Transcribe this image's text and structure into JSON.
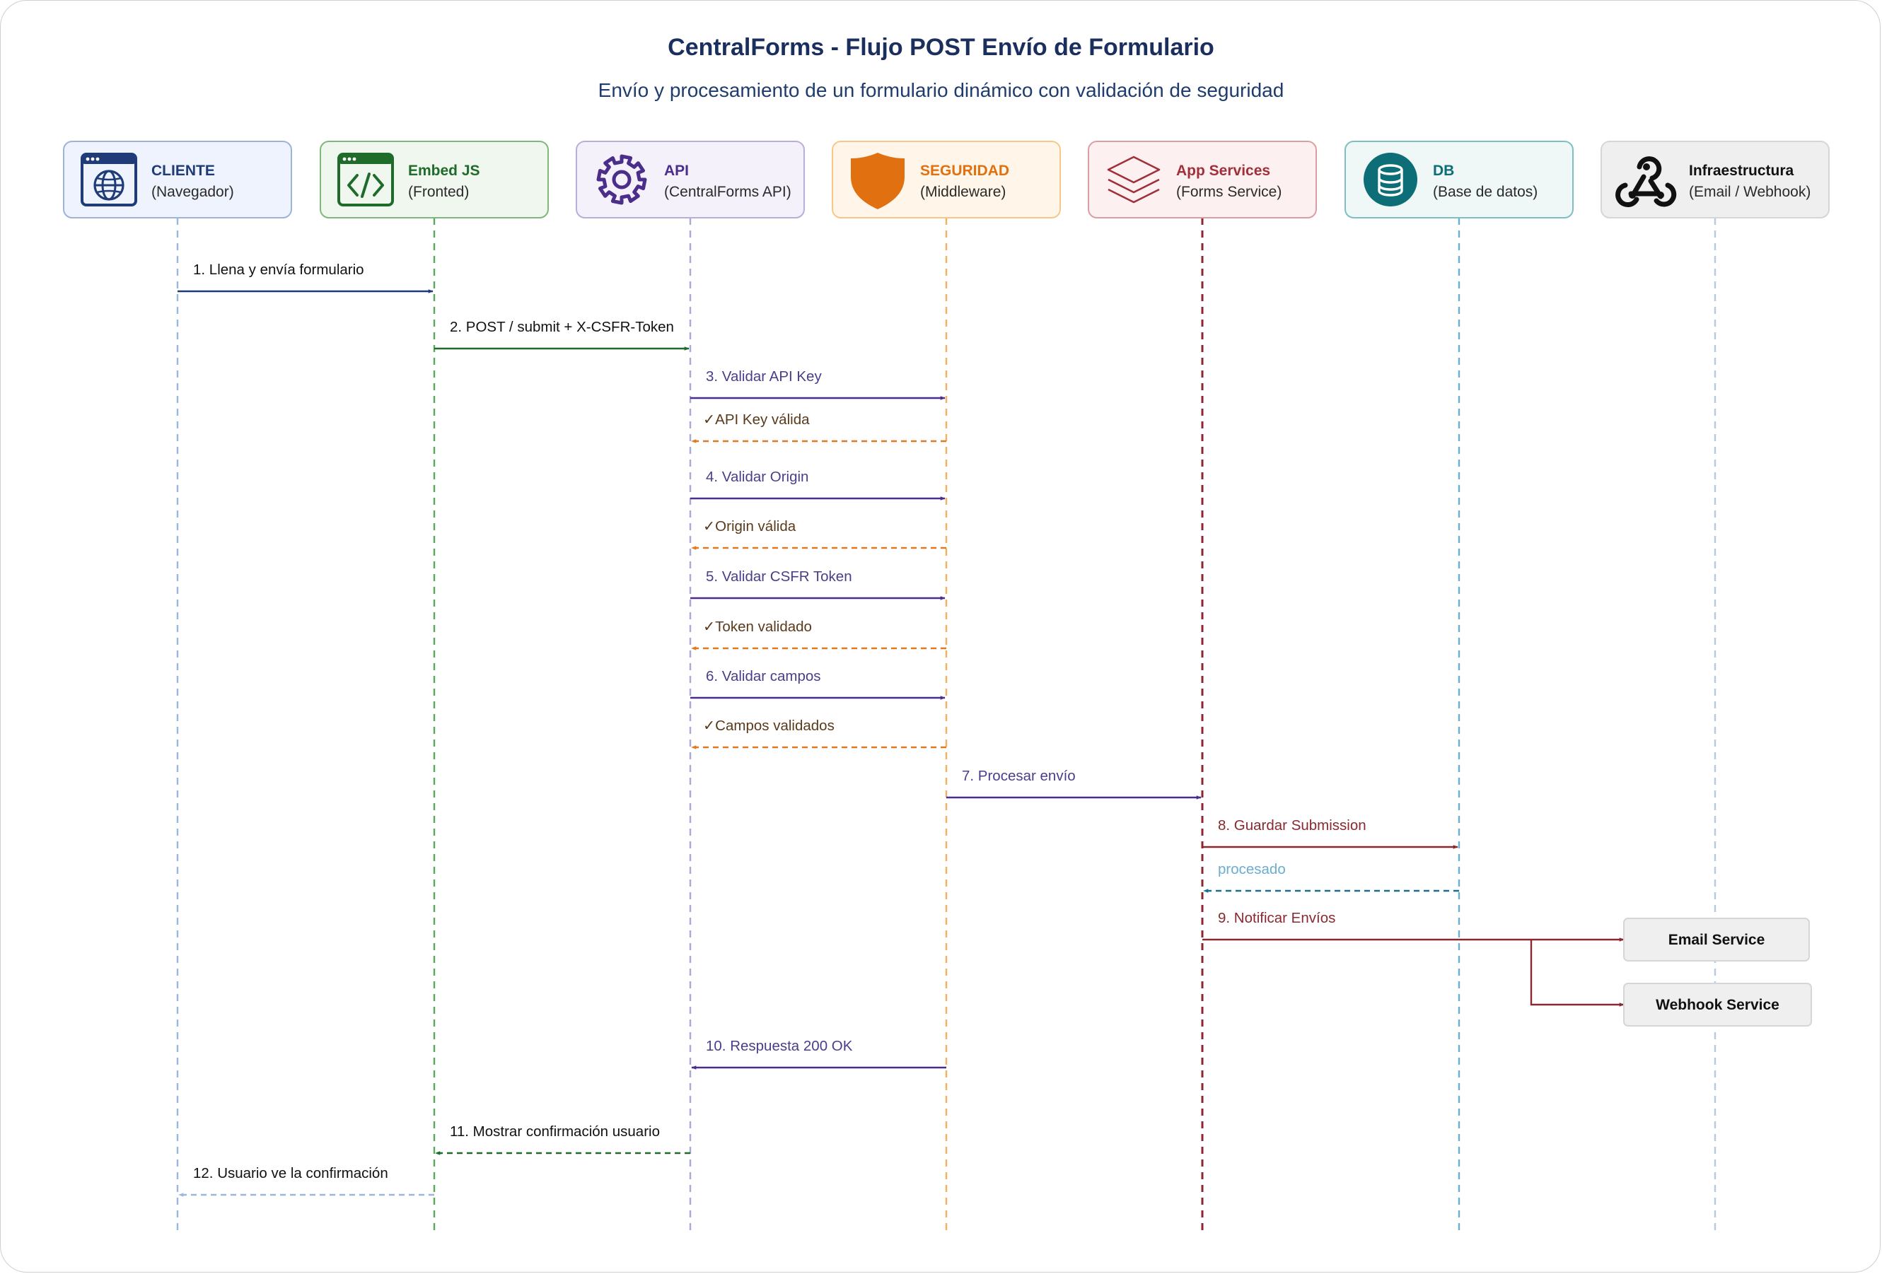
{
  "title": "CentralForms - Flujo POST Envío de Formulario",
  "subtitle": "Envío y procesamiento de un formulario dinámico con validación de seguridad",
  "participants": [
    {
      "id": "cliente",
      "name": "CLIENTE",
      "sub": "(Navegador)",
      "icon": "browser-globe-icon",
      "color": "#1f3c78",
      "line": "#9db6dc",
      "fill": "#eef3fd",
      "stroke": "#9fb3d9"
    },
    {
      "id": "embed",
      "name": "Embed JS",
      "sub": "(Fronted)",
      "icon": "code-window-icon",
      "color": "#1f6b2a",
      "line": "#5aa85a",
      "fill": "#f0f7ef",
      "stroke": "#7fb87a"
    },
    {
      "id": "api",
      "name": "API",
      "sub": "(CentralForms API)",
      "icon": "gear-icon",
      "color": "#4b2d8a",
      "line": "#a5acd8",
      "fill": "#f4f1fb",
      "stroke": "#b9aedb"
    },
    {
      "id": "seguridad",
      "name": "SEGURIDAD",
      "sub": "(Middleware)",
      "icon": "shield-icon",
      "color": "#e07010",
      "line": "#f3b063",
      "fill": "#fff6e9",
      "stroke": "#f7c78a"
    },
    {
      "id": "appsvc",
      "name": "App Services",
      "sub": "(Forms Service)",
      "icon": "layers-icon",
      "color": "#a0303a",
      "line": "#8a2830",
      "fill": "#fdf0f0",
      "stroke": "#d9a0a4"
    },
    {
      "id": "db",
      "name": "DB",
      "sub": "(Base de datos)",
      "icon": "database-icon",
      "color": "#0d6e78",
      "line": "#6aaed0",
      "fill": "#eff7f7",
      "stroke": "#7fbfc4"
    },
    {
      "id": "infra",
      "name": "Infraestructura",
      "sub": "(Email / Webhook)",
      "icon": "webhook-icon",
      "color": "#111111",
      "line": "#b8c8e0",
      "fill": "#efefef",
      "stroke": "#d6d6d6"
    }
  ],
  "messages": [
    {
      "from": 0,
      "to": 1,
      "label": "1. Llena y envía formulario",
      "dashed": false,
      "color": "#1f3c78",
      "textColor": "#111111"
    },
    {
      "from": 1,
      "to": 2,
      "label": "2. POST / submit + X-CSFR-Token",
      "dashed": false,
      "color": "#1f6b2a",
      "textColor": "#111111"
    },
    {
      "from": 2,
      "to": 3,
      "label": "3. Validar API Key",
      "dashed": false,
      "color": "#4b2d8a",
      "textColor": "#4b3d8a"
    },
    {
      "from": 3,
      "to": 2,
      "label": "✓API Key válida",
      "dashed": true,
      "color": "#e07a20",
      "textColor": "#5a3a1a"
    },
    {
      "from": 2,
      "to": 3,
      "label": "4. Validar Origin",
      "dashed": false,
      "color": "#4b2d8a",
      "textColor": "#4b3d8a"
    },
    {
      "from": 3,
      "to": 2,
      "label": "✓Origin válida",
      "dashed": true,
      "color": "#e07a20",
      "textColor": "#5a3a1a"
    },
    {
      "from": 2,
      "to": 3,
      "label": "5. Validar CSFR Token",
      "dashed": false,
      "color": "#4b2d8a",
      "textColor": "#4b3d8a"
    },
    {
      "from": 3,
      "to": 2,
      "label": "✓Token validado",
      "dashed": true,
      "color": "#e07a20",
      "textColor": "#5a3a1a"
    },
    {
      "from": 2,
      "to": 3,
      "label": "6. Validar campos",
      "dashed": false,
      "color": "#4b2d8a",
      "textColor": "#4b3d8a"
    },
    {
      "from": 3,
      "to": 2,
      "label": "✓Campos validados",
      "dashed": true,
      "color": "#e07a20",
      "textColor": "#5a3a1a"
    },
    {
      "from": 3,
      "to": 4,
      "label": "7. Procesar envío",
      "dashed": false,
      "color": "#4b2d8a",
      "textColor": "#4b3d8a"
    },
    {
      "from": 4,
      "to": 5,
      "label": "8. Guardar Submission",
      "dashed": false,
      "color": "#8a2830",
      "textColor": "#8a2830"
    },
    {
      "from": 5,
      "to": 4,
      "label": "procesado",
      "dashed": true,
      "color": "#1a6e90",
      "textColor": "#6aaed0"
    },
    {
      "from": 4,
      "to": 6,
      "label": "9. Notificar Envíos",
      "dashed": false,
      "color": "#8a2830",
      "textColor": "#8a2830"
    },
    {
      "from": 3,
      "to": 2,
      "label": "10. Respuesta 200 OK",
      "dashed": false,
      "color": "#4b2d8a",
      "textColor": "#4b3d8a"
    },
    {
      "from": 2,
      "to": 1,
      "label": "11. Mostrar confirmación usuario",
      "dashed": true,
      "color": "#1f6b2a",
      "textColor": "#111111"
    },
    {
      "from": 1,
      "to": 0,
      "label": "12. Usuario ve la confirmación",
      "dashed": true,
      "color": "#9db6dc",
      "textColor": "#111111"
    }
  ],
  "services": [
    {
      "label": "Email Service"
    },
    {
      "label": "Webhook Service"
    }
  ]
}
